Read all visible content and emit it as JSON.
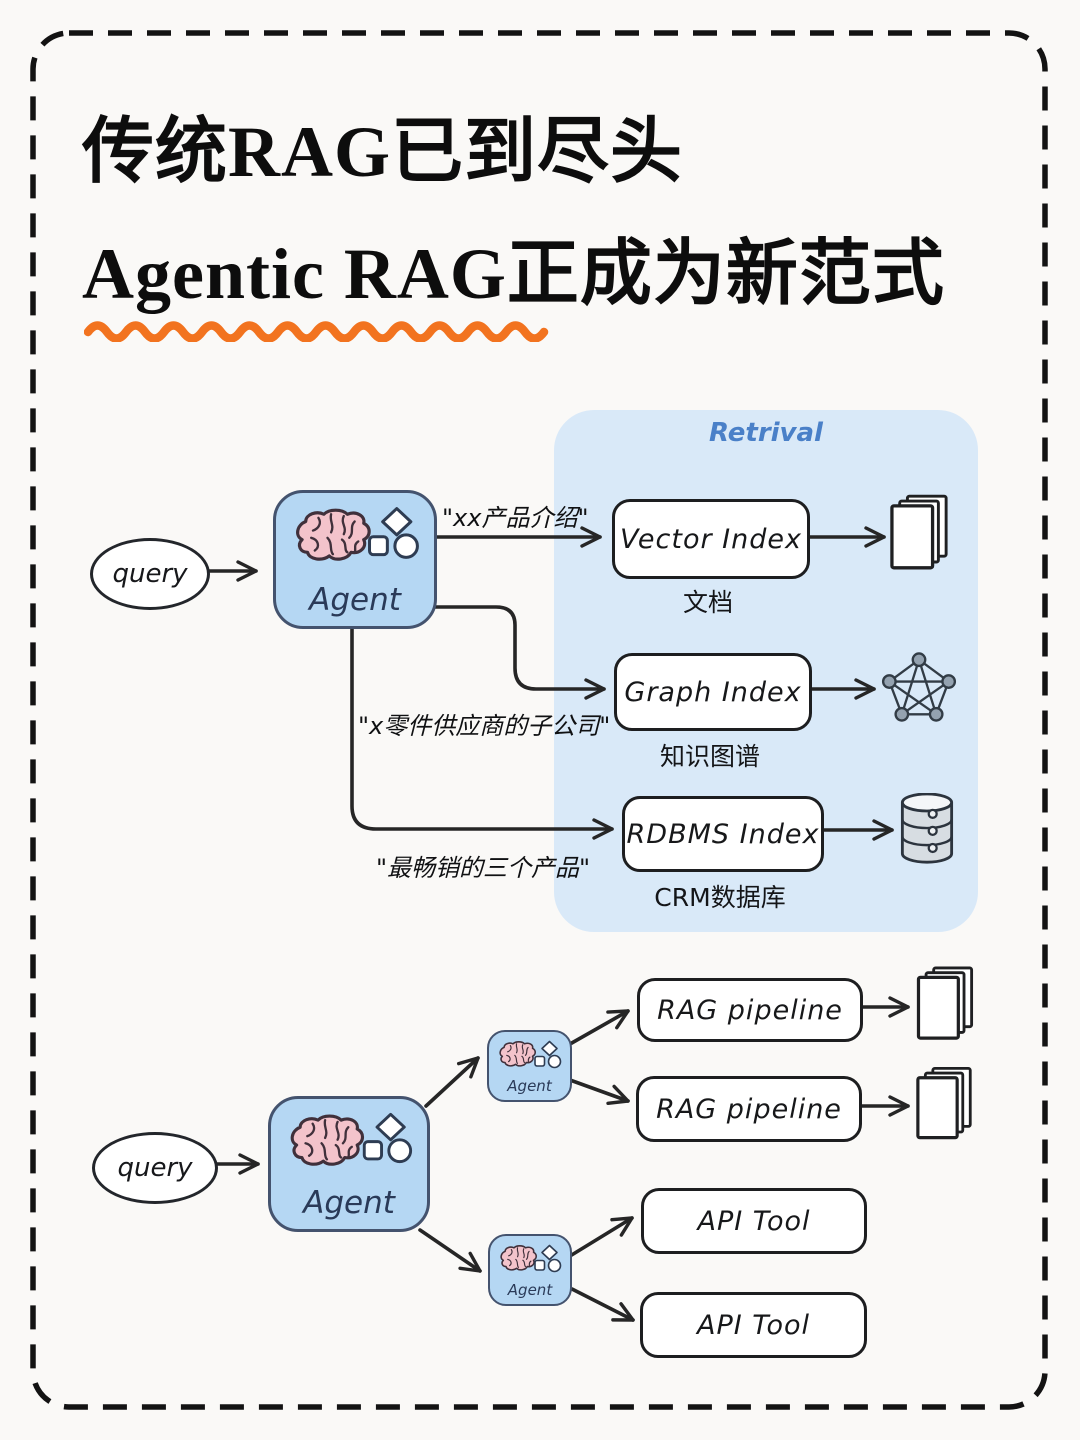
{
  "title": {
    "line1": "传统RAG已到尽头",
    "line2": "Agentic RAG正成为新范式"
  },
  "colors": {
    "accent_orange": "#f2731f",
    "panel_blue": "#d9e9f8",
    "agent_box_blue": "#b5d7f3",
    "retrieval_label_blue": "#4a80c8",
    "brain_pink": "#f3c3cb"
  },
  "top_diagram": {
    "panel_label": "Retrival",
    "query_label": "query",
    "agent_label": "Agent",
    "branches": [
      {
        "request": "\"xx产品介绍\"",
        "index_label": "Vector Index",
        "caption": "文档",
        "icon": "documents-icon"
      },
      {
        "request": "\"x零件供应商的子公司\"",
        "index_label": "Graph Index",
        "caption": "知识图谱",
        "icon": "knowledge-graph-icon"
      },
      {
        "request": "\"最畅销的三个产品\"",
        "index_label": "RDBMS Index",
        "caption": "CRM数据库",
        "icon": "database-icon"
      }
    ]
  },
  "bottom_diagram": {
    "query_label": "query",
    "agent_label": "Agent",
    "sub_agent_labels": [
      "Agent",
      "Agent"
    ],
    "rag_pipeline_labels": [
      "RAG pipeline",
      "RAG pipeline"
    ],
    "api_tool_labels": [
      "API Tool",
      "API Tool"
    ]
  }
}
